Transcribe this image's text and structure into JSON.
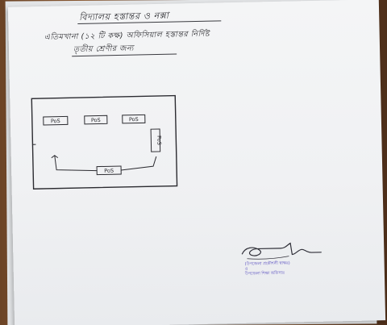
{
  "document": {
    "heading_lines": [
      "বিদ্যালয় হস্তান্তর ও নক্সা",
      "এতিমখানা (১২ টি কক্ষ) অফিসিয়াল হস্তান্তর নির্দিষ্ট",
      "তৃতীয় শ্রেণীর জন্য"
    ]
  },
  "diagram": {
    "boxes": [
      "PoS",
      "PoS",
      "PoS",
      "PoS",
      "PoS"
    ]
  },
  "signature_block": {
    "stamp_lines": [
      "(উপজেলা প্রকৌশলী স্বাক্ষর)",
      "ও",
      "উপজেলা শিক্ষা অফিসার"
    ]
  },
  "colors": {
    "paper": "#f2f3f5",
    "ink": "#2b2b30",
    "stamp_ink": "#5a4fc0",
    "wood": "#7a4f2d"
  }
}
